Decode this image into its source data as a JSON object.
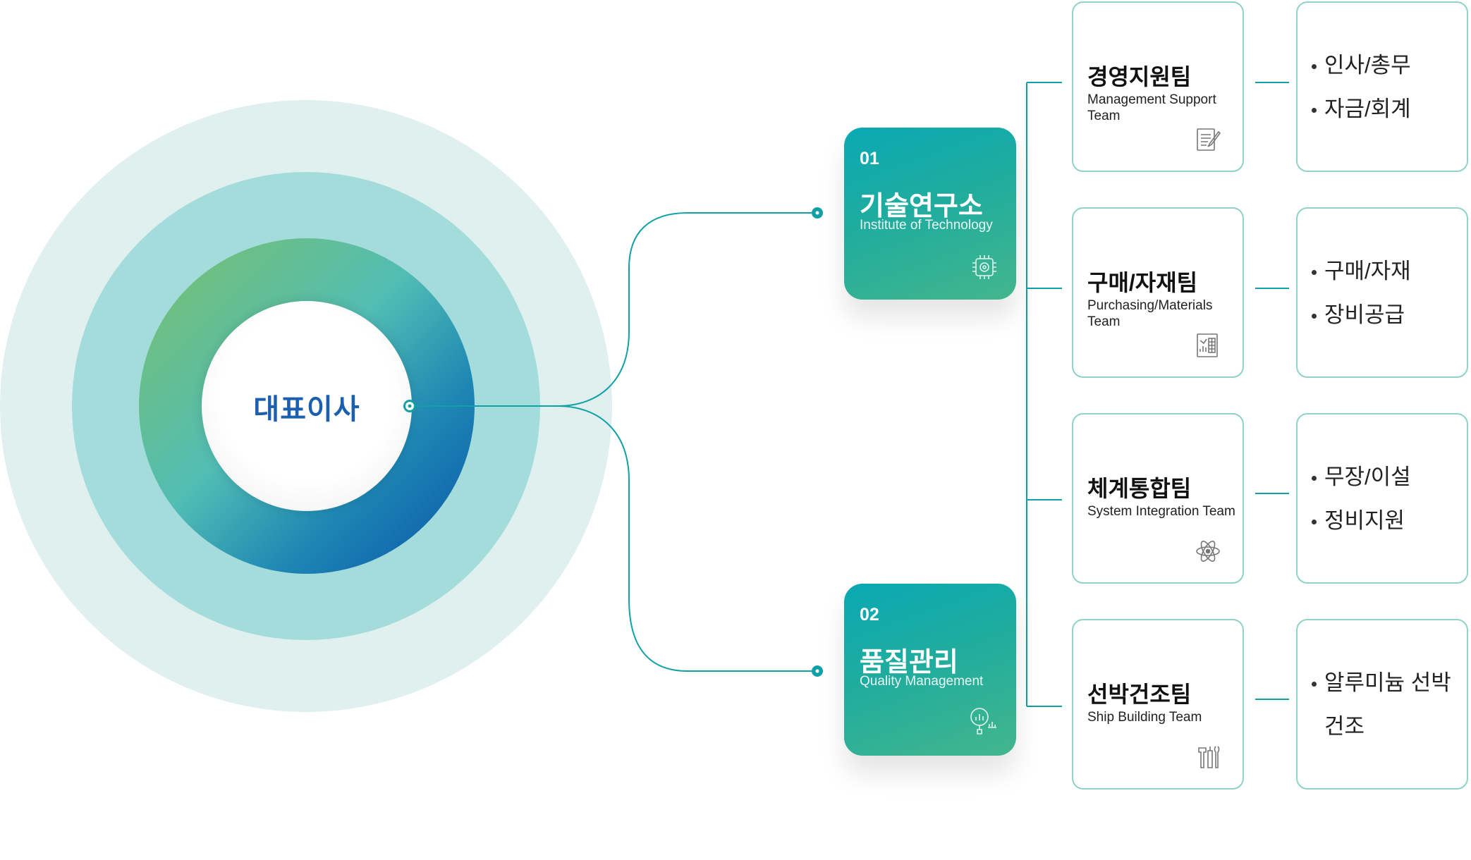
{
  "ceo": {
    "label": "대표이사"
  },
  "divisions": [
    {
      "number": "01",
      "title": "기술연구소",
      "subtitle": "Institute of Technology",
      "icon": "chip-gear-icon"
    },
    {
      "number": "02",
      "title": "품질관리",
      "subtitle": "Quality Management",
      "icon": "magnifier-chart-icon"
    }
  ],
  "teams": [
    {
      "title": "경영지원팀",
      "subtitle": "Management Support Team",
      "icon": "document-edit-icon",
      "duties": [
        "인사/총무",
        "자금/회계"
      ]
    },
    {
      "title": "구매/자재팀",
      "subtitle": "Purchasing/Materials Team",
      "icon": "spreadsheet-chart-icon",
      "duties": [
        "구매/자재",
        "장비공급"
      ]
    },
    {
      "title": "체계통합팀",
      "subtitle": "System Integration Team",
      "icon": "atom-icon",
      "duties": [
        "무장/이설",
        "정비지원"
      ]
    },
    {
      "title": "선박건조팀",
      "subtitle": "Ship Building Team",
      "icon": "tools-icon",
      "duties": [
        "알루미늄 선박 건조"
      ]
    }
  ],
  "colors": {
    "connector": "#11a0a6",
    "box_border": "#8fd3c6",
    "ceo_text": "#1c5fae"
  }
}
